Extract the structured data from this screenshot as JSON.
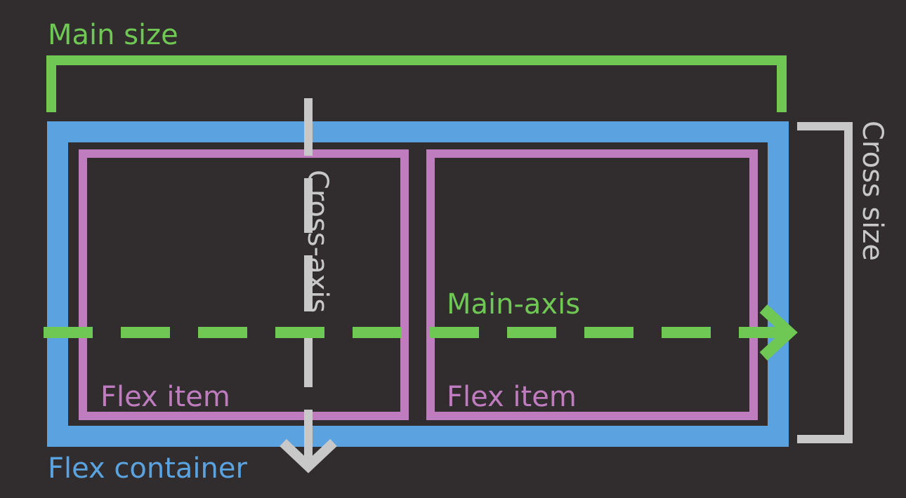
{
  "labels": {
    "main_size": "Main size",
    "cross_size": "Cross size",
    "cross_axis": "Cross-axis",
    "main_axis": "Main-axis",
    "flex_item_1": "Flex item",
    "flex_item_2": "Flex item",
    "flex_container": "Flex container"
  },
  "colors": {
    "background": "#312d2e",
    "main": "#6fc853",
    "container": "#5ba3e0",
    "item": "#bf7cbf",
    "cross": "#c8c8c8"
  }
}
